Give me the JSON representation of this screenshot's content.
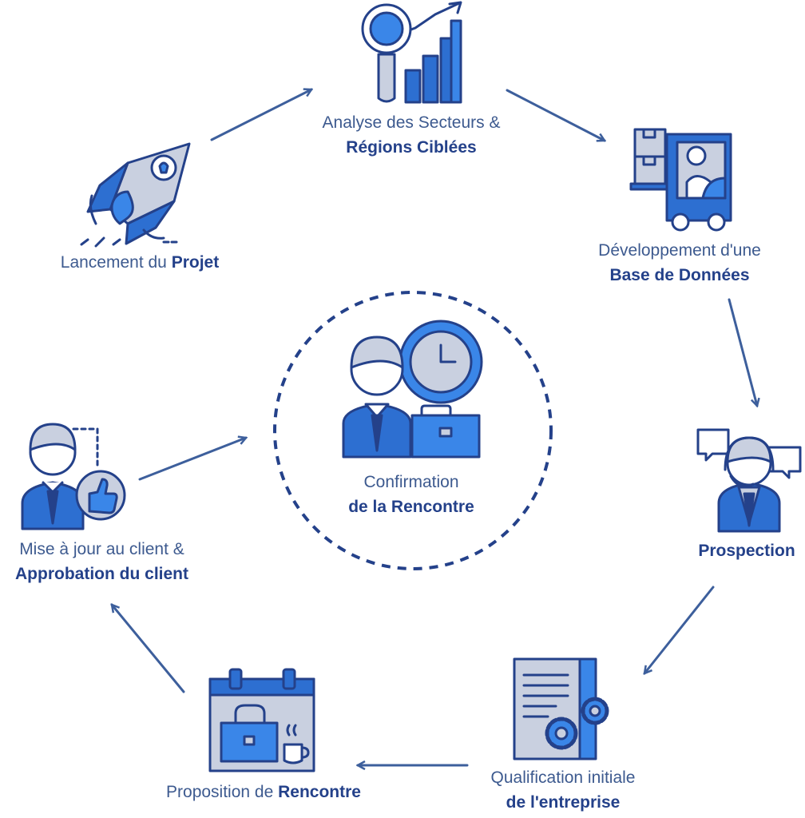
{
  "steps": {
    "lancement": {
      "text": "Lancement du ",
      "bold": "Projet",
      "icon": "rocket-icon"
    },
    "analyse": {
      "line1": "Analyse des Secteurs &",
      "line2": "Régions Ciblées",
      "icon": "magnifier-chart-icon"
    },
    "developpement": {
      "line1": "Développement d'une",
      "line2": "Base de Données",
      "icon": "forklift-icon"
    },
    "prospection": {
      "line1": "Prospection",
      "icon": "headset-agent-icon"
    },
    "qualification": {
      "line1": "Qualification initiale",
      "line2": "de l'entreprise",
      "icon": "document-gears-icon"
    },
    "proposition": {
      "text": "Proposition de ",
      "bold": "Rencontre",
      "icon": "calendar-briefcase-icon"
    },
    "miseajour": {
      "line1": "Mise à jour au client &",
      "line2": "Approbation du client",
      "icon": "person-thumbs-up-icon"
    },
    "confirmation": {
      "line1": "Confirmation",
      "line2": "de la Rencontre",
      "icon": "businessman-clock-icon"
    }
  },
  "colors": {
    "dark": "#24418a",
    "mid": "#2d6fd1",
    "bright": "#3a86e8",
    "light": "#c9d0e0",
    "arrow": "#3d5f9c"
  }
}
